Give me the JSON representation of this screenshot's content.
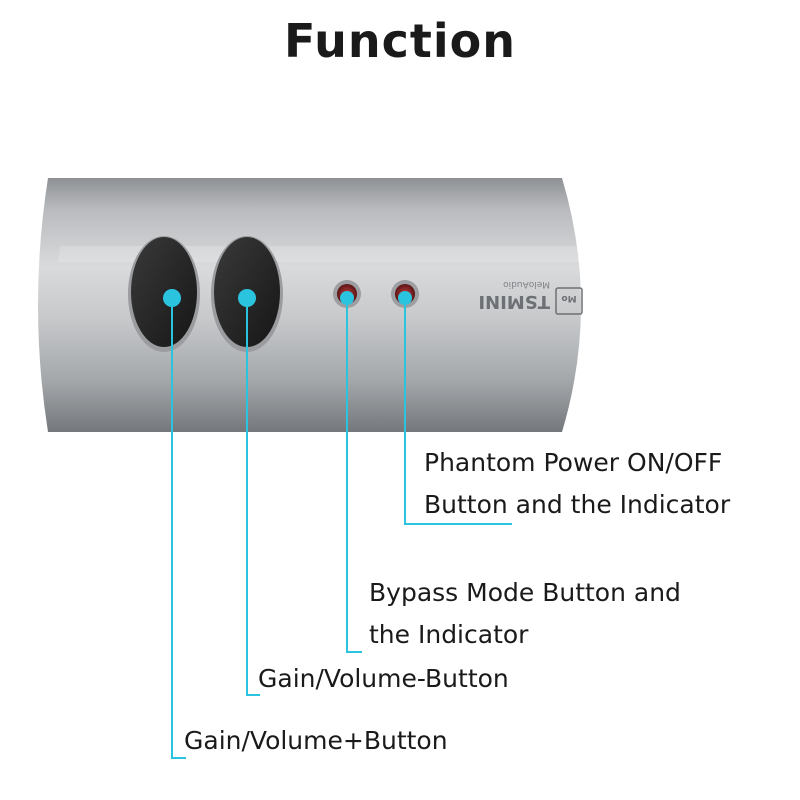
{
  "title": "Function",
  "device": {
    "brand_mark": "TSMINI",
    "brand_sub": "MeloAudio"
  },
  "colors": {
    "accent": "#2bc4de",
    "body_light": "#d4d6d8",
    "body_dark": "#7c7f83",
    "button": "#2a2a2a",
    "indicator": "#8a2020"
  },
  "callouts": {
    "phantom_line1": "Phantom Power ON/OFF",
    "phantom_line2": "Button and the Indicator",
    "bypass_line1": "Bypass Mode Button and",
    "bypass_line2": "the Indicator",
    "gain_minus": "Gain/Volume-Button",
    "gain_plus": "Gain/Volume+Button"
  }
}
